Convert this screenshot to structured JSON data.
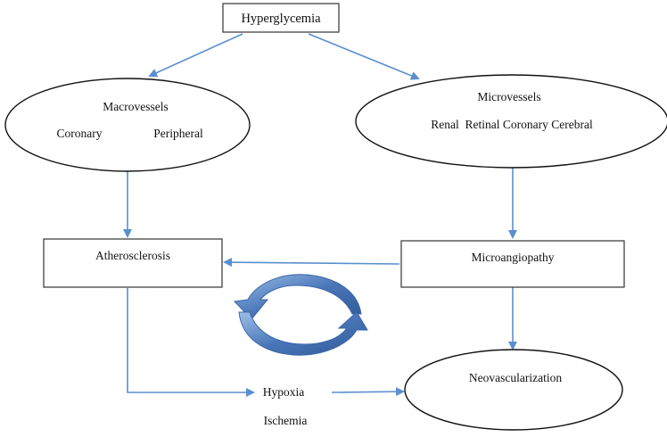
{
  "colors": {
    "arrow": "#5b8fcf",
    "cycle_arrow_fill": "#4a76b8",
    "cycle_arrow_light": "#9cc0e8",
    "box_stroke": "#333333",
    "text": "#111111"
  },
  "nodes": {
    "hyperglycemia": "Hyperglycemia",
    "macrovessels": {
      "title": "Macrovessels",
      "items": [
        "Coronary",
        "Peripheral"
      ]
    },
    "microvessels": {
      "title": "Microvessels",
      "items": "Renal  Retinal Coronary Cerebral"
    },
    "atherosclerosis": "Atherosclerosis",
    "microangiopathy": "Microangiopathy",
    "neovascularization": "Neovascularization",
    "hypoxia": "Hypoxia",
    "ischemia": "Ischemia"
  },
  "icons": {
    "cycle": "circular-arrows-icon"
  }
}
